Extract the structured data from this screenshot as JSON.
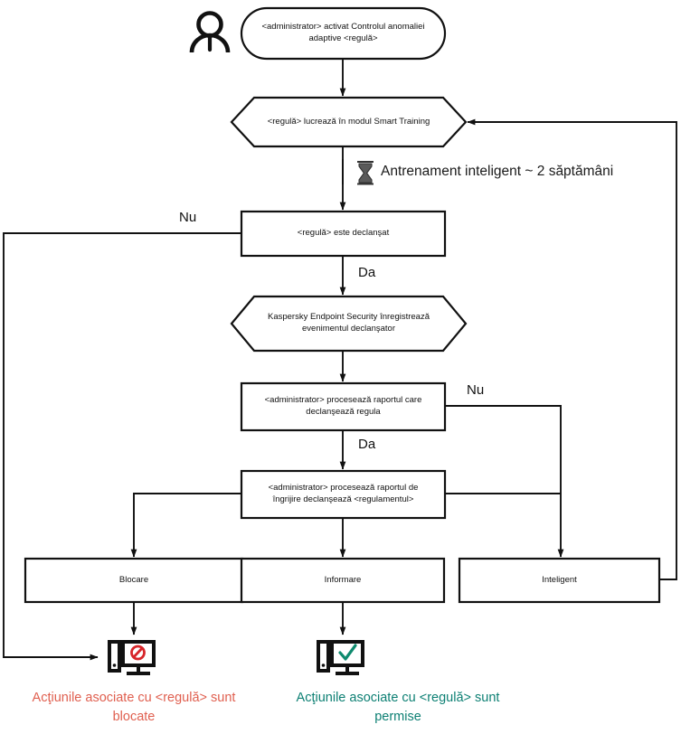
{
  "diagram": {
    "title": "Adaptive Anomaly Control rule workflow",
    "language": "ro"
  },
  "nodes": {
    "actor": {
      "name": "administrator-actor-icon",
      "icon": "person-icon"
    },
    "start": {
      "label": "<administrator> activat Controlul anomaliei\nadaptive <regulă>",
      "shape": "stadium"
    },
    "smart_training": {
      "label": "<regulă> lucrează în modul Smart Training",
      "shape": "hexagon"
    },
    "rule_triggered": {
      "label": "<regulă> este declanşat",
      "shape": "rect"
    },
    "kes_registers": {
      "label": "Kaspersky Endpoint Security înregistrează\nevenimentul declanşator",
      "shape": "hexagon"
    },
    "admin_processes_report": {
      "label": "<administrator> procesează raportul care\ndeclanşează regula",
      "shape": "rect"
    },
    "admin_processes_care_report": {
      "label": "<administrator> procesează raportul de\nîngrijire declanşează <regulamentul>",
      "shape": "rect"
    },
    "block": {
      "label": "Blocare",
      "shape": "rect"
    },
    "inform": {
      "label": "Informare",
      "shape": "rect"
    },
    "smart": {
      "label": "Inteligent",
      "shape": "rect"
    }
  },
  "edge_labels": {
    "no_1": "Nu",
    "yes_1": "Da",
    "no_2": "Nu",
    "yes_2": "Da"
  },
  "notes": {
    "training_note": "Antrenament inteligent ~ 2 săptămâni",
    "training_note_icon": "hourglass-icon"
  },
  "icons": {
    "blocked_computer": {
      "name": "computer-blocked-icon",
      "badge": "prohibition-sign",
      "badge_color": "#d7252a"
    },
    "allowed_computer": {
      "name": "computer-allowed-icon",
      "badge": "check-mark",
      "badge_color": "#0e8a6e"
    }
  },
  "captions": {
    "blocked": "Acţiunile asociate cu <regulă> sunt\nblocate",
    "allowed": "Acţiunile asociate cu <regulă> sunt\npermise"
  },
  "colors": {
    "stroke": "#111111",
    "blocked_text": "#e06050",
    "allowed_text": "#0e8074",
    "prohibition": "#d7252a",
    "check": "#0e8a6e",
    "background": "#ffffff"
  }
}
